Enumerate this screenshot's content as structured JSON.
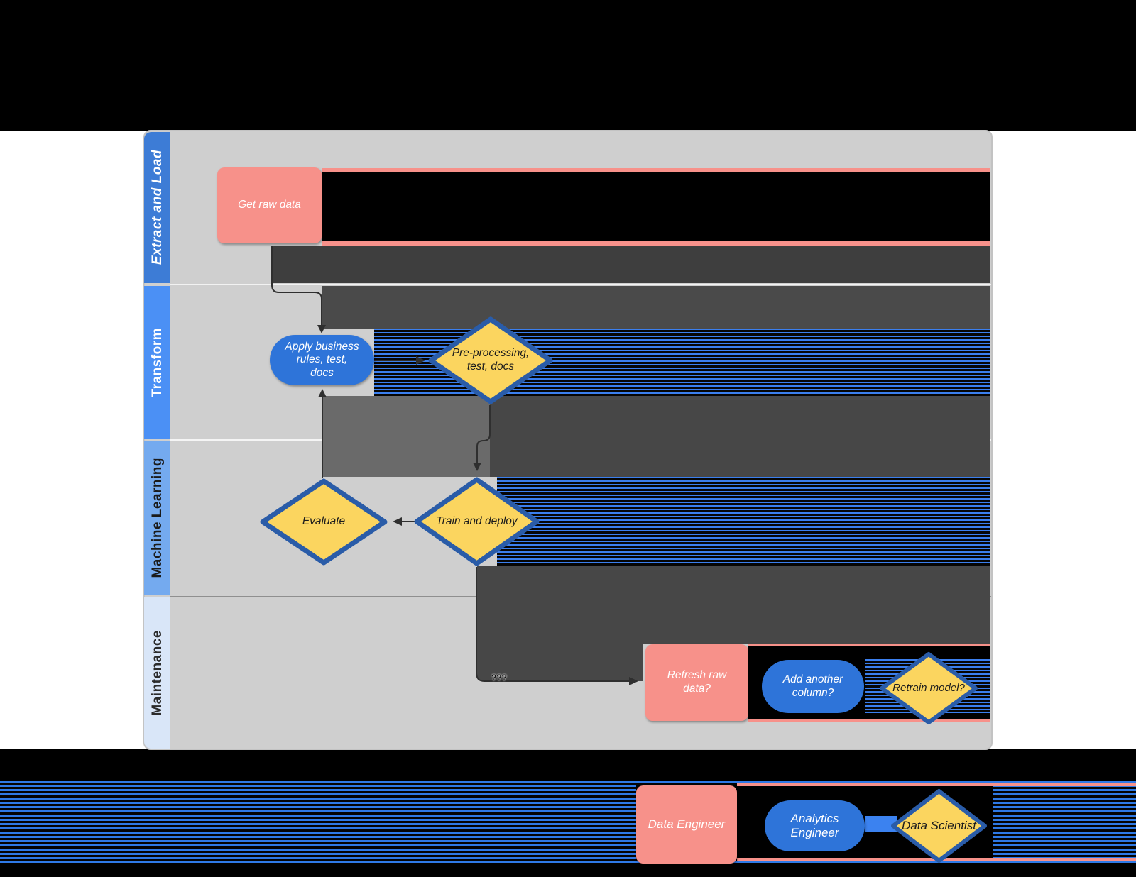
{
  "app": {
    "type": "swimlane-flowchart",
    "description": "ELT and machine learning pipeline flowchart with role-colored shapes"
  },
  "colors": {
    "page_background": "#ffffff",
    "top_band": "#000000",
    "canvas_gray": "#cfcfcf",
    "lane_extract_blue": "#3d7cd6",
    "lane_transform_blue": "#4b90f5",
    "lane_ml_blue": "#74aaef",
    "lane_maintenance_blue": "#d9e6f8",
    "data_engineer_salmon": "#f7918a",
    "analytics_engineer_blue": "#2e74d9",
    "data_scientist_yellow": "#fbd55f",
    "diamond_border_blue": "#2a5ca8",
    "glitch_dark_gray": "#474747",
    "glitch_medium_gray": "#6a6a6a",
    "glitch_black": "#000000",
    "glitch_stripe_blue": "#3b7fee",
    "connector": "#2f2f2f"
  },
  "lanes": [
    {
      "label": "Extract and Load"
    },
    {
      "label": "Transform"
    },
    {
      "label": "Machine Learning"
    },
    {
      "label": "Maintenance"
    }
  ],
  "nodes": {
    "get_raw_data": {
      "label": "Get raw data",
      "shape": "rounded-rectangle",
      "role": "Data Engineer",
      "lane": "Extract and Load"
    },
    "apply_business_rules": {
      "label": "Apply business\nrules, test,\ndocs",
      "shape": "stadium",
      "role": "Analytics Engineer",
      "lane": "Transform"
    },
    "pre_processing": {
      "label": "Pre-processing,\ntest, docs",
      "shape": "diamond",
      "role": "Data Scientist",
      "lane": "Transform"
    },
    "evaluate": {
      "label": "Evaluate",
      "shape": "diamond",
      "role": "Data Scientist",
      "lane": "Machine Learning"
    },
    "train_and_deploy": {
      "label": "Train and deploy",
      "shape": "diamond",
      "role": "Data Scientist",
      "lane": "Machine Learning"
    },
    "refresh_raw_data": {
      "label": "Refresh raw\ndata?",
      "shape": "rounded-rectangle",
      "role": "Data Engineer",
      "lane": "Maintenance"
    },
    "add_another_column": {
      "label": "Add another\ncolumn?",
      "shape": "stadium",
      "role": "Analytics Engineer",
      "lane": "Maintenance"
    },
    "retrain_model": {
      "label": "Retrain model?",
      "shape": "diamond",
      "role": "Data Scientist",
      "lane": "Maintenance"
    }
  },
  "edges": {
    "get_raw_to_apply": {
      "from": "get_raw_data",
      "to": "apply_business_rules",
      "label": ""
    },
    "apply_to_pre_processing": {
      "from": "apply_business_rules",
      "to": "pre_processing",
      "label": ""
    },
    "pre_processing_to_train": {
      "from": "pre_processing",
      "to": "train_and_deploy",
      "label": ""
    },
    "train_to_evaluate": {
      "from": "train_and_deploy",
      "to": "evaluate",
      "label": ""
    },
    "evaluate_to_apply": {
      "from": "evaluate",
      "to": "apply_business_rules",
      "label": ""
    },
    "train_to_refresh": {
      "from": "train_and_deploy",
      "to": "refresh_raw_data",
      "label": "???"
    }
  },
  "legend": {
    "items": [
      {
        "label": "Data Engineer",
        "shape": "rounded-rectangle",
        "color": "#f7918a"
      },
      {
        "label": "Analytics\nEngineer",
        "shape": "stadium",
        "color": "#2e74d9"
      },
      {
        "label": "Data Scientist",
        "shape": "diamond",
        "color": "#fbd55f"
      }
    ]
  }
}
